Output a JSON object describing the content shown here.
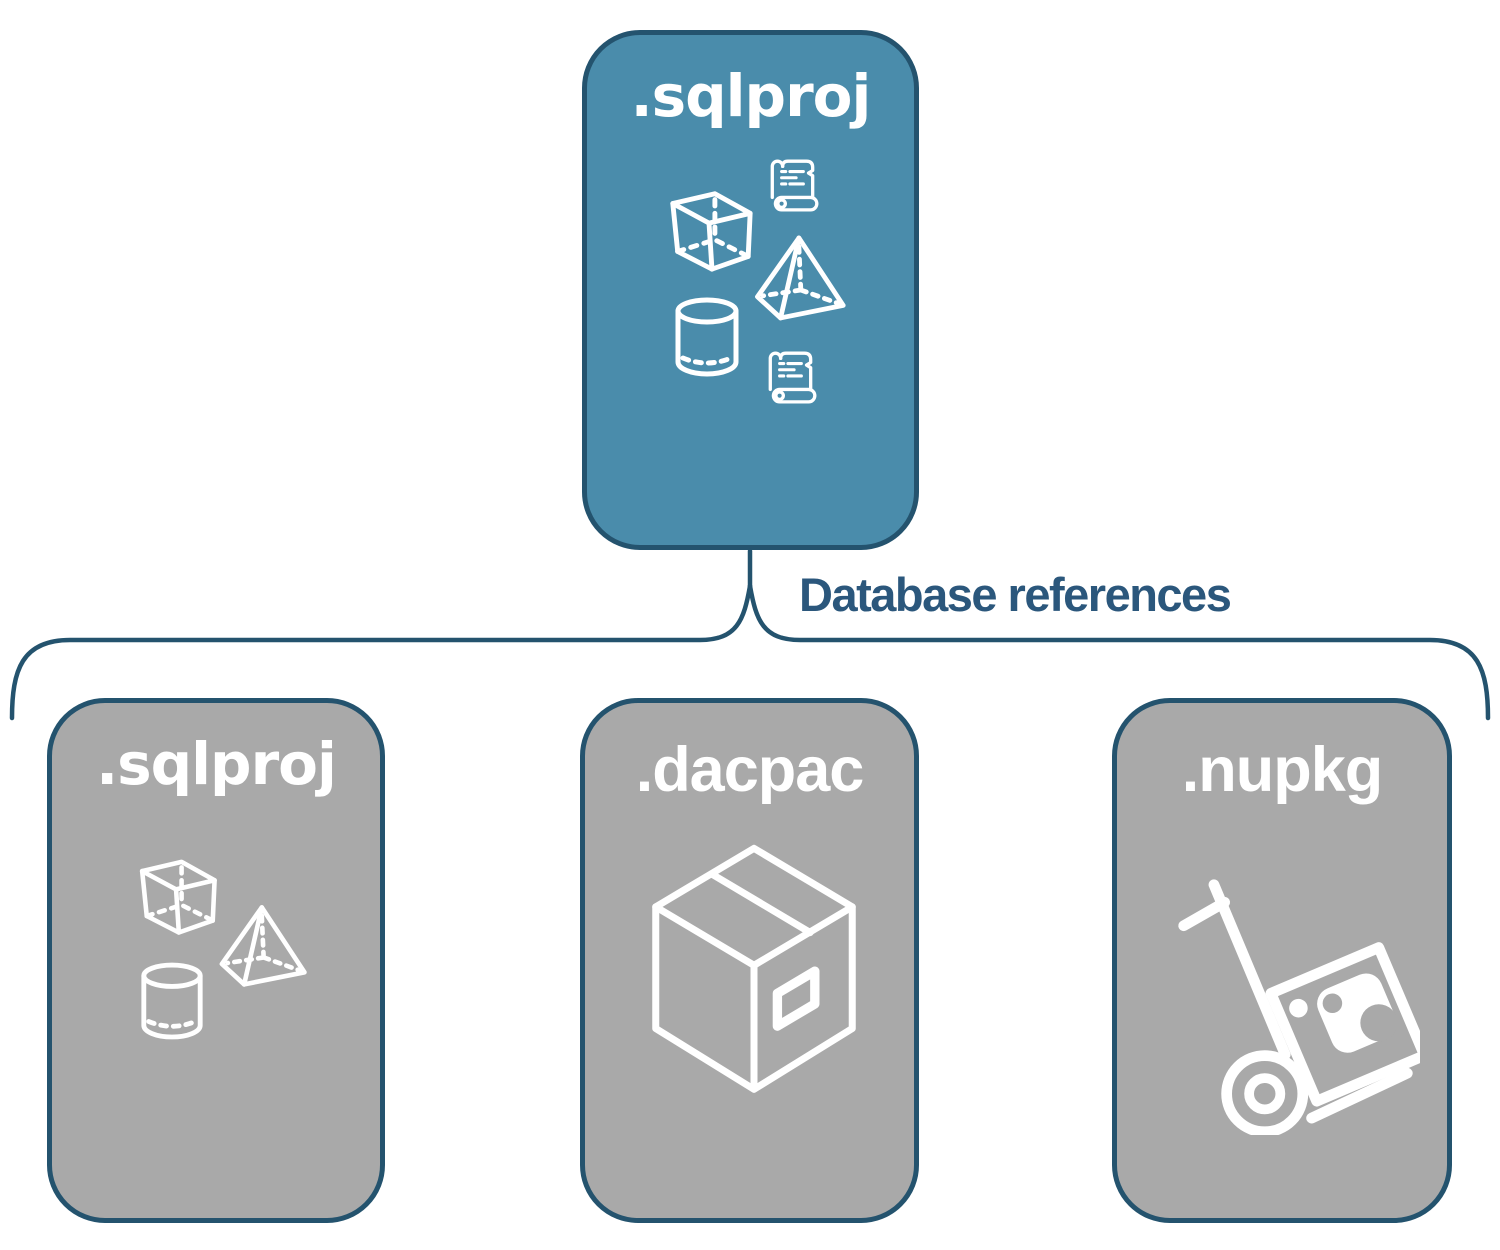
{
  "diagram": {
    "root": {
      "label": ".sqlproj",
      "icons": [
        "script-scroll-icon",
        "cube-icon",
        "pyramid-icon",
        "cylinder-icon",
        "script-scroll-icon"
      ]
    },
    "edge_label": "Database references",
    "children": [
      {
        "label": ".sqlproj",
        "icons": [
          "cube-icon",
          "pyramid-icon",
          "cylinder-icon"
        ]
      },
      {
        "label": ".dacpac",
        "icons": [
          "package-box-icon"
        ]
      },
      {
        "label": ".nupkg",
        "icons": [
          "nuget-hand-truck-icon"
        ]
      }
    ],
    "colors": {
      "root_fill": "#4A8CAB",
      "child_fill": "#A9A9A9",
      "node_border": "#24536E",
      "brace_stroke": "#24536E",
      "edge_label_text": "#2B577C",
      "title_text": "#FFFFFF",
      "icon_stroke": "#FFFFFF"
    }
  }
}
